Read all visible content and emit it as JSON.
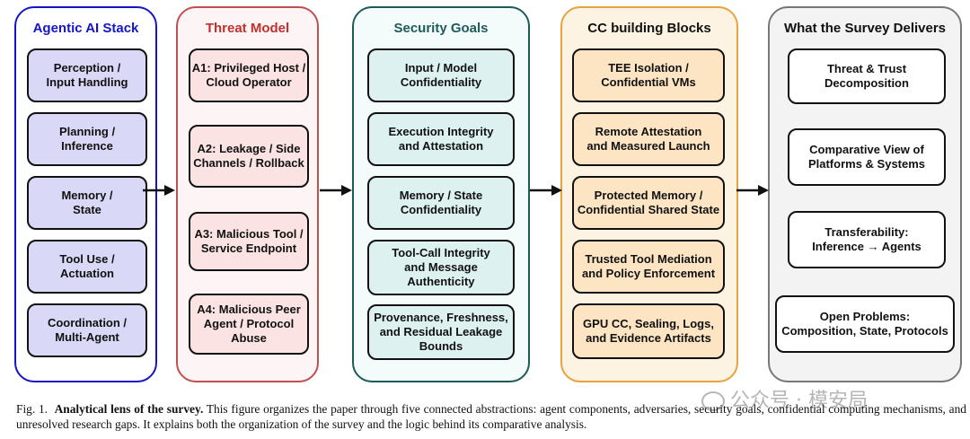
{
  "colors": {
    "blue": "#1515c8",
    "red": "#c0504d",
    "teal": "#1f5a5a",
    "orange": "#e8a33a",
    "gray": "#777777"
  },
  "columns": [
    {
      "title": "Agentic AI Stack",
      "items": [
        "Perception /\nInput Handling",
        "Planning /\nInference",
        "Memory /\nState",
        "Tool Use /\nActuation",
        "Coordination /\nMulti-Agent"
      ]
    },
    {
      "title": "Threat Model",
      "items": [
        "A1: Privileged Host /\nCloud Operator",
        "A2: Leakage / Side\nChannels / Rollback",
        "A3: Malicious Tool /\nService Endpoint",
        "A4: Malicious Peer\nAgent / Protocol\nAbuse"
      ]
    },
    {
      "title": "Security Goals",
      "items": [
        "Input / Model\nConfidentiality",
        "Execution Integrity\nand Attestation",
        "Memory / State\nConfidentiality",
        "Tool-Call Integrity\nand Message\nAuthenticity",
        "Provenance, Freshness,\nand Residual Leakage\nBounds"
      ]
    },
    {
      "title": "CC building Blocks",
      "items": [
        "TEE Isolation /\nConfidential VMs",
        "Remote Attestation\nand Measured Launch",
        "Protected Memory /\nConfidential Shared State",
        "Trusted Tool Mediation\nand Policy Enforcement",
        "GPU CC, Sealing, Logs,\nand Evidence Artifacts"
      ]
    },
    {
      "title": "What the Survey Delivers",
      "items": [
        "Threat & Trust\nDecomposition",
        "Comparative View of\nPlatforms & Systems",
        "Transferability:\nInference → Agents",
        "Open Problems:\nComposition, State, Protocols"
      ]
    }
  ],
  "caption": {
    "label": "Fig. 1.",
    "bold": "Analytical lens of the survey.",
    "text": "This figure organizes the paper through five connected abstractions: agent components, adversaries, security goals, confidential computing mechanisms, and unresolved research gaps. It explains both the organization of the survey and the logic behind its comparative analysis."
  },
  "watermark": "公众号 · 模安局"
}
